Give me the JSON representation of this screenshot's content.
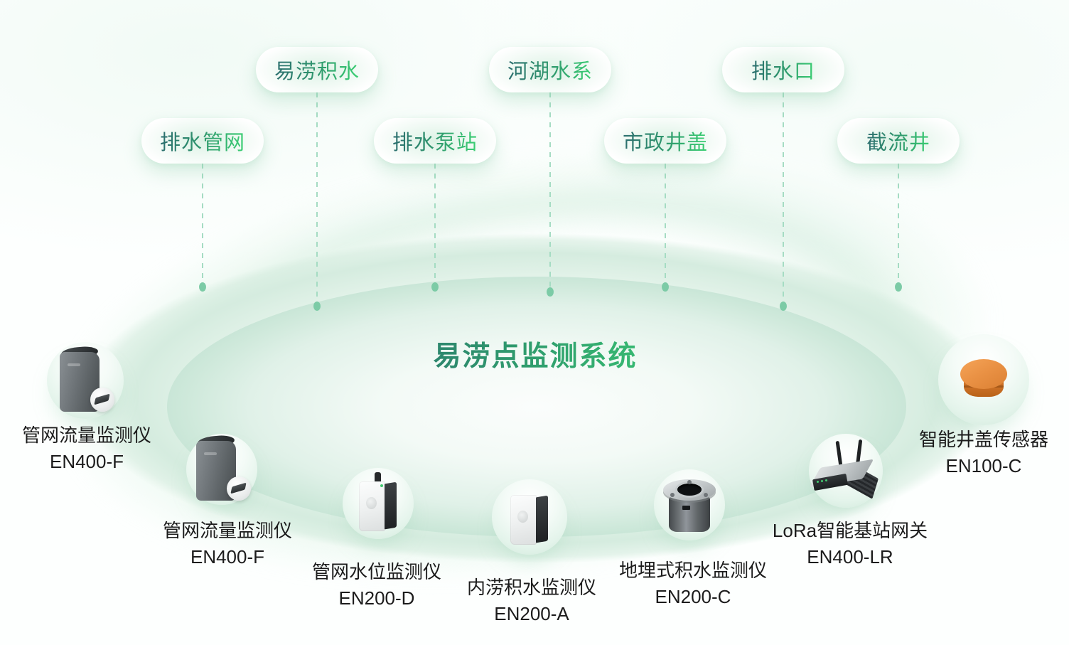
{
  "title": "易涝点监测系统",
  "tags": [
    {
      "label": "易涝积水"
    },
    {
      "label": "河湖水系"
    },
    {
      "label": "排水口"
    },
    {
      "label": "排水管网"
    },
    {
      "label": "排水泵站"
    },
    {
      "label": "市政井盖"
    },
    {
      "label": "截流井"
    }
  ],
  "devices": [
    {
      "name": "管网流量监测仪",
      "model": "EN400-F",
      "icon": "pipe-flow-monitor-icon"
    },
    {
      "name": "管网流量监测仪",
      "model": "EN400-F",
      "icon": "pipe-flow-monitor-icon"
    },
    {
      "name": "管网水位监测仪",
      "model": "EN200-D",
      "icon": "pipe-water-level-monitor-icon"
    },
    {
      "name": "内涝积水监测仪",
      "model": "EN200-A",
      "icon": "waterlogging-monitor-icon"
    },
    {
      "name": "地埋式积水监测仪",
      "model": "EN200-C",
      "icon": "buried-water-monitor-icon"
    },
    {
      "name": "LoRa智能基站网关",
      "model": "EN400-LR",
      "icon": "lora-gateway-icon"
    },
    {
      "name": "智能井盖传感器",
      "model": "EN100-C",
      "icon": "manhole-cover-sensor-icon"
    }
  ],
  "colors": {
    "text_gradient_start": "#2b6c6e",
    "text_gradient_end": "#3ed476",
    "ring_band": "#d5ecdf",
    "connector": "#a5dcc3",
    "connector_dot": "#7ccba6",
    "label_text": "#1c1c1c",
    "manhole_sensor_orange": "#e78c3c"
  }
}
